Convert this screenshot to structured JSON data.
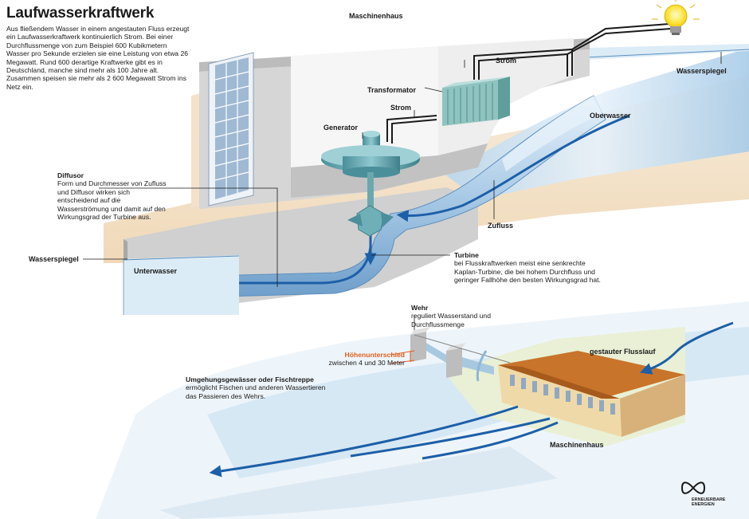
{
  "title": "Laufwasserkraftwerk",
  "intro": "Aus fließendem Wasser in einem angestauten Fluss erzeugt ein Laufwasserkraftwerk kontinuierlich Strom. Bei einer Durchflussmenge von zum Beispiel 600 Kubikmetern Wasser pro Sekunde erzielen sie eine Leistung von etwa 26 Megawatt. Rund 600 derartige Kraftwerke gibt es in Deutschland, manche sind mehr als 100 Jahre alt. Zusammen speisen sie mehr als 2 600 Megawatt Strom ins Netz ein.",
  "labels": {
    "maschinenhaus_top": "Maschinenhaus",
    "strom_top": "Strom",
    "transformator": "Transformator",
    "strom_mid": "Strom",
    "generator": "Generator",
    "oberwasser": "Oberwasser",
    "wasserspiegel_right": "Wasserspiegel",
    "wasserspiegel_left": "Wasserspiegel",
    "unterwasser": "Unterwasser",
    "zufluss": "Zufluss",
    "gestauter_flusslauf": "gestauter Flusslauf",
    "maschinenhaus_bottom": "Maschinenhaus"
  },
  "diffusor": {
    "heading": "Diffusor",
    "text": "Form und Durchmesser von Zufluss und Diffusor wirken sich entscheidend auf die Wasserströmung und damit auf den Wirkungsgrad der Turbine aus."
  },
  "turbine": {
    "heading": "Turbine",
    "text": "bei Flusskraftwerken meist eine senkrechte Kaplan-Turbine, die bei hohem Durchfluss und geringer Fallhöhe den besten Wirkungsgrad hat."
  },
  "wehr": {
    "heading": "Wehr",
    "text": "reguliert Wasserstand und Durchflussmenge"
  },
  "hoehe": {
    "heading": "Höhenunterschied",
    "text": "zwischen 4 und 30 Meter"
  },
  "fischtreppe": {
    "heading": "Umgehungsgewässer oder Fischtreppe",
    "text": "ermöglicht Fischen und anderen Wassertieren das Passieren des Wehrs."
  },
  "logo": {
    "line1": "ERNEUERBARE",
    "line2": "ENERGIEN"
  },
  "colors": {
    "water": "#c6dff0",
    "water_dark": "#5d8fbf",
    "arrow": "#1d5fa8",
    "concrete": "#d4d4d4",
    "concrete_dark": "#a8a8a8",
    "ground": "#f0dcc0",
    "building_roof": "#c8742a",
    "building_wall": "#f0d9a8",
    "highlight": "#e06020"
  },
  "icons": [
    "light-bulb-icon",
    "infinity-logo-icon"
  ]
}
